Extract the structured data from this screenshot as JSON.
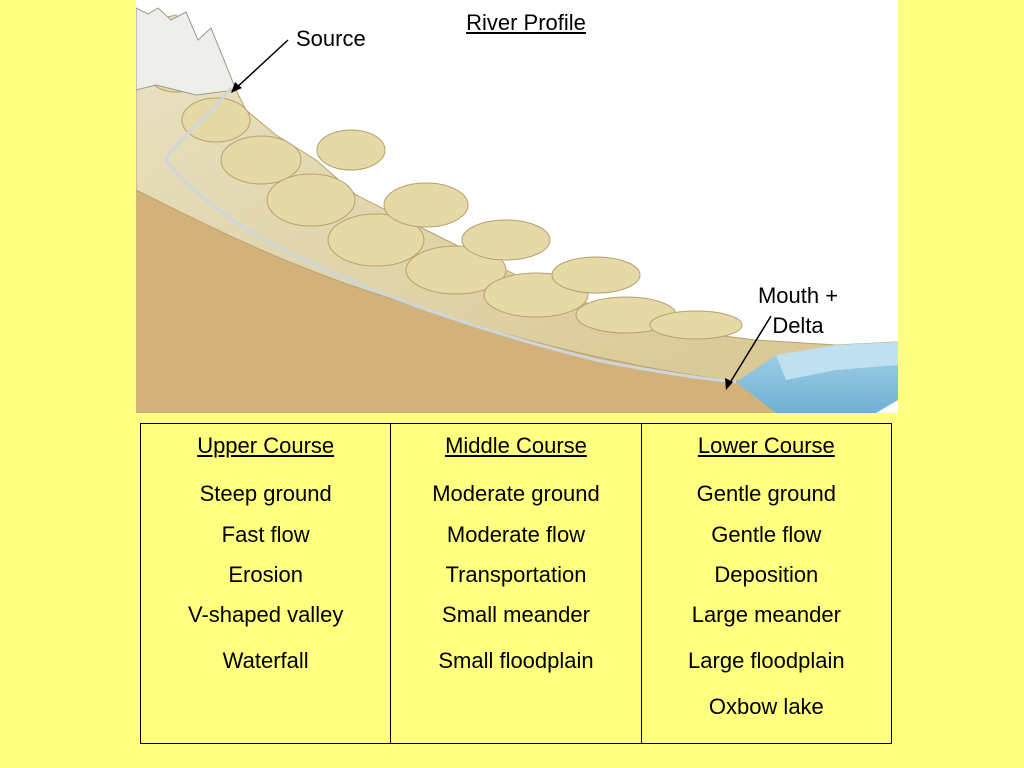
{
  "diagram": {
    "title": "River Profile",
    "source_label": "Source",
    "mouth_label_line1": "Mouth +",
    "mouth_label_line2": "Delta"
  },
  "colors": {
    "background": "#ffff80",
    "ground": "#d2b27a",
    "hills": "#e1d3a2",
    "sea": "#8ec6e0"
  },
  "table": {
    "columns": [
      {
        "heading": "Upper Course",
        "items": [
          "Steep ground",
          "Fast flow",
          "Erosion",
          "V-shaped valley",
          "Waterfall"
        ]
      },
      {
        "heading": "Middle Course",
        "items": [
          "Moderate ground",
          "Moderate flow",
          "Transportation",
          "Small meander",
          "Small floodplain"
        ]
      },
      {
        "heading": "Lower Course",
        "items": [
          "Gentle ground",
          "Gentle flow",
          "Deposition",
          "Large meander",
          "Large floodplain",
          "Oxbow lake"
        ]
      }
    ]
  }
}
